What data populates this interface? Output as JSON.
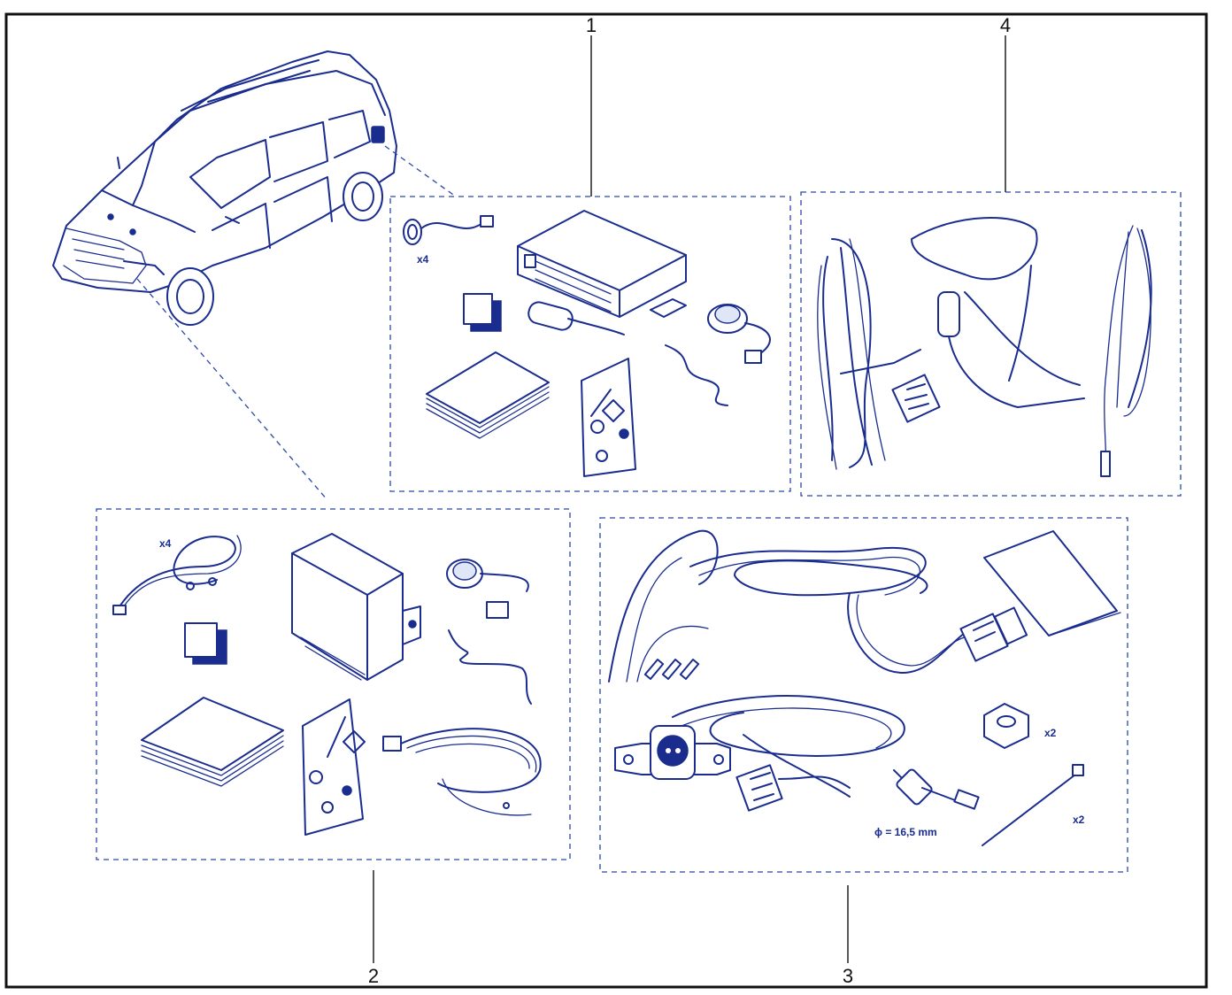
{
  "callouts": {
    "kit_1": "1",
    "kit_2": "2",
    "kit_3": "3",
    "kit_4": "4"
  },
  "quantities": {
    "kit1_sensor": "x4",
    "kit2_sensor": "x4",
    "kit3_nut": "x2",
    "kit3_tie": "x2"
  },
  "dimensions": {
    "kit3_drill": "ϕ = 16,5 mm"
  },
  "colors": {
    "ink": "#1a2d8f",
    "frame": "#111111",
    "dashed": "#2a47a8"
  }
}
